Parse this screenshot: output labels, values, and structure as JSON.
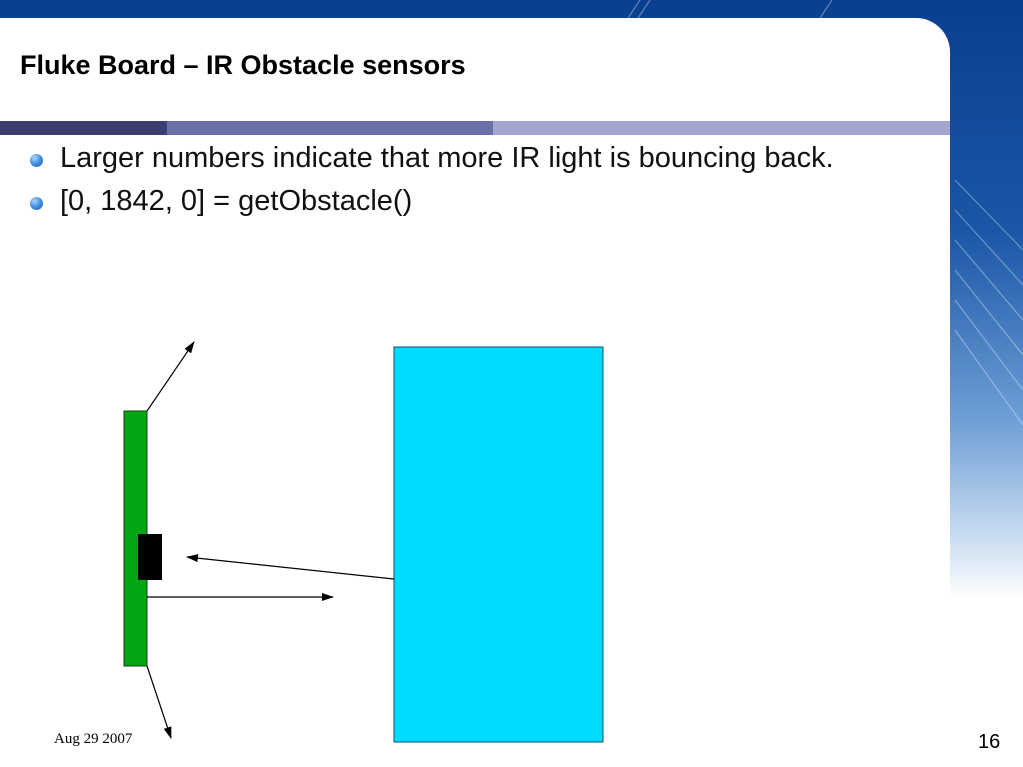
{
  "slide": {
    "title": "Fluke Board – IR Obstacle sensors",
    "bullets": [
      "Larger numbers indicate that more IR light is bouncing back.",
      "[0, 1842, 0] = getObstacle()"
    ],
    "footer_date": "Aug 29 2007",
    "slide_number": "16"
  },
  "colors": {
    "board": "#00a614",
    "sensor": "#000000",
    "obstacle": "#00dcff",
    "header_bar": [
      "#3a3e6e",
      "#6c70a8",
      "#a3a5d2"
    ]
  }
}
